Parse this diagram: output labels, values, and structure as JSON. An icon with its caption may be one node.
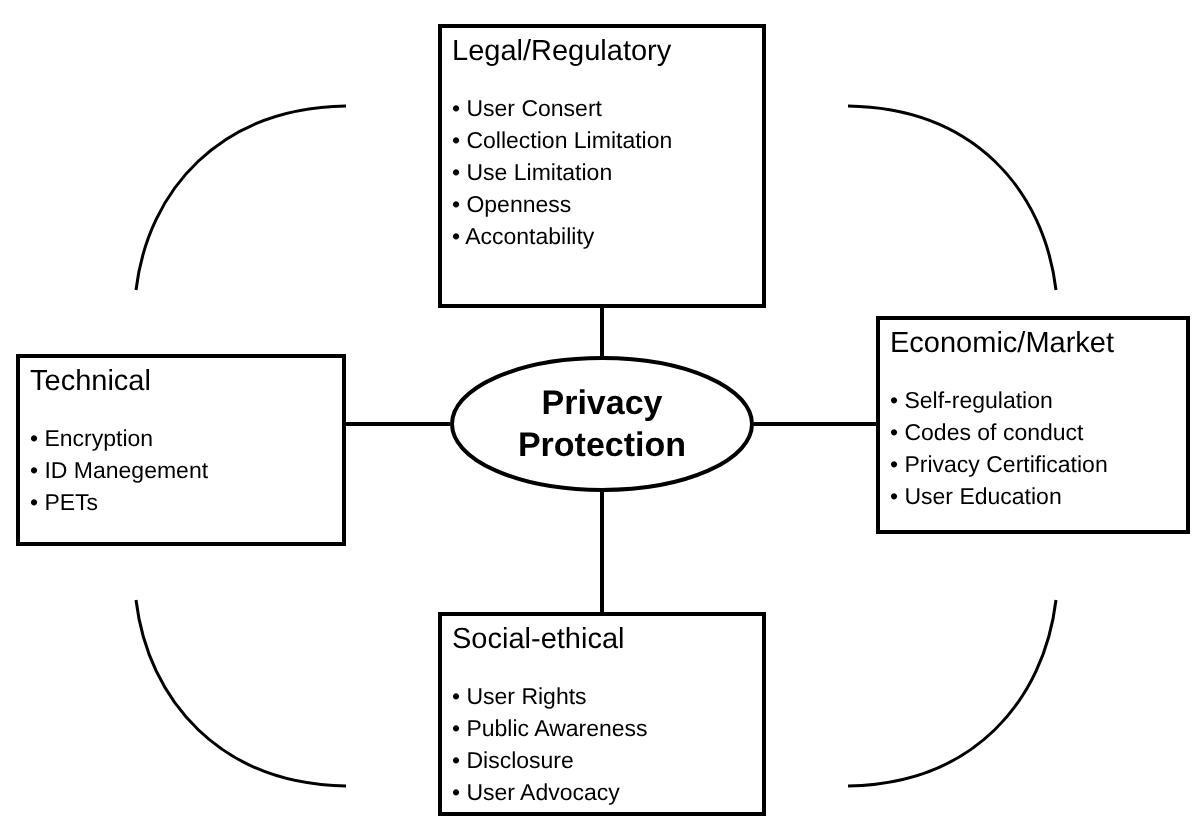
{
  "diagram": {
    "nodes": [
      {
        "text": [
          "Legal/Regulatory",
          "• User Consert",
          "• Collection Limitation",
          "• Use Limitation",
          "• Openness",
          "• Accontability"
        ]
      },
      {
        "text": [
          "Technical",
          "• Encryption",
          "• ID Manegement",
          "• PETs"
        ]
      },
      {
        "text": [
          "Privacy Protection"
        ]
      },
      {
        "text": [
          "Economic/Market",
          "• Self-regulation",
          "• Codes of conduct",
          "• Privacy Certification",
          "• User Education"
        ]
      },
      {
        "text": [
          "Social-ethical",
          "• User Rights",
          "• Public Awareness",
          "• Disclosure",
          "• User Advocacy"
        ]
      }
    ],
    "edges": [
      {
        "from": 2,
        "to": 0,
        "arrow": "none"
      },
      {
        "from": 2,
        "to": 1,
        "arrow": "none"
      },
      {
        "from": 2,
        "to": 3,
        "arrow": "none"
      },
      {
        "from": 2,
        "to": 4,
        "arrow": "none"
      }
    ]
  }
}
